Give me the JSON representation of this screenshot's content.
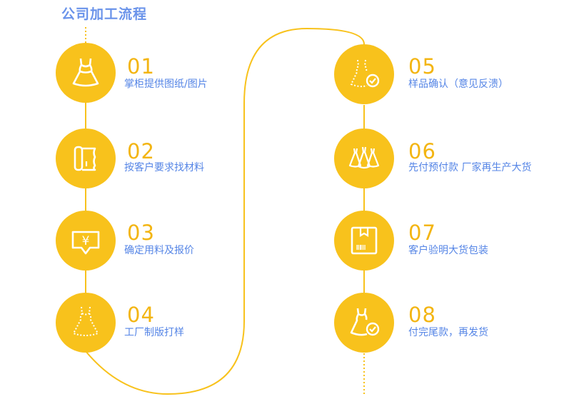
{
  "title": "公司加工流程",
  "steps": [
    {
      "number": "01",
      "text": "掌柜提供图纸/图片",
      "icon": "dress-icon"
    },
    {
      "number": "02",
      "text": "按客户要求找材料",
      "icon": "fabric-roll-icon"
    },
    {
      "number": "03",
      "text": "确定用料及报价",
      "icon": "price-tag-icon"
    },
    {
      "number": "04",
      "text": "工厂制版打样",
      "icon": "dashed-dress-icon"
    },
    {
      "number": "05",
      "text": "样品确认（意见反溃）",
      "icon": "dress-check-icon"
    },
    {
      "number": "06",
      "text": "先付预付款 厂家再生产大货",
      "icon": "dresses-batch-icon"
    },
    {
      "number": "07",
      "text": "客户验明大货包装",
      "icon": "package-box-icon"
    },
    {
      "number": "08",
      "text": "付完尾款，再发货",
      "icon": "dress-check-icon"
    }
  ],
  "colors": {
    "accent": "#f8c21c",
    "number": "#f3b512",
    "text": "#5585e6",
    "title": "#6a93ea"
  }
}
